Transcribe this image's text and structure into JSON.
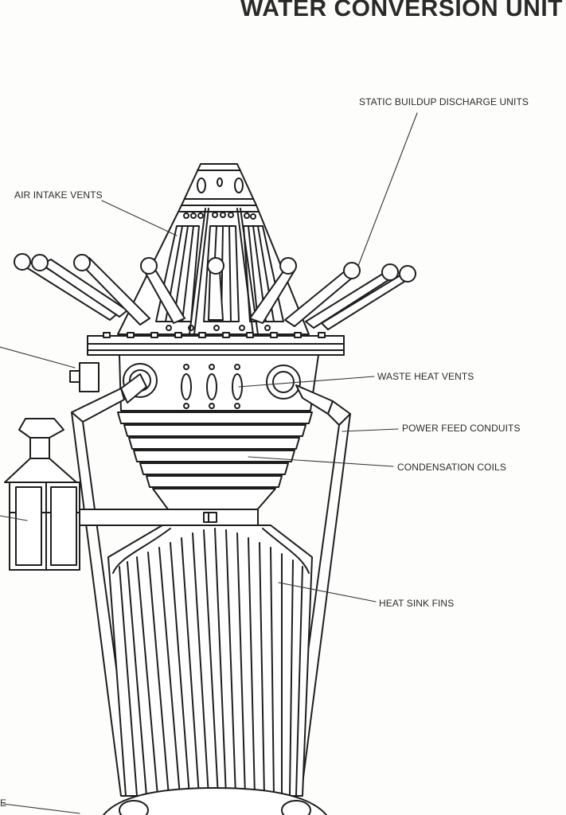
{
  "title": "WATER CONVERSION UNIT",
  "labels": {
    "static_discharge": "STATIC BUILDUP DISCHARGE UNITS",
    "air_intake": "AIR INTAKE VENTS",
    "waste_heat": "WASTE HEAT VENTS",
    "power_feed": "POWER FEED CONDUITS",
    "condensation": "CONDENSATION COILS",
    "heat_sink": "HEAT SINK FINS",
    "edge_fragment": "E"
  },
  "colors": {
    "ink": "#1e1e1e",
    "paper": "#fdfdfc"
  }
}
